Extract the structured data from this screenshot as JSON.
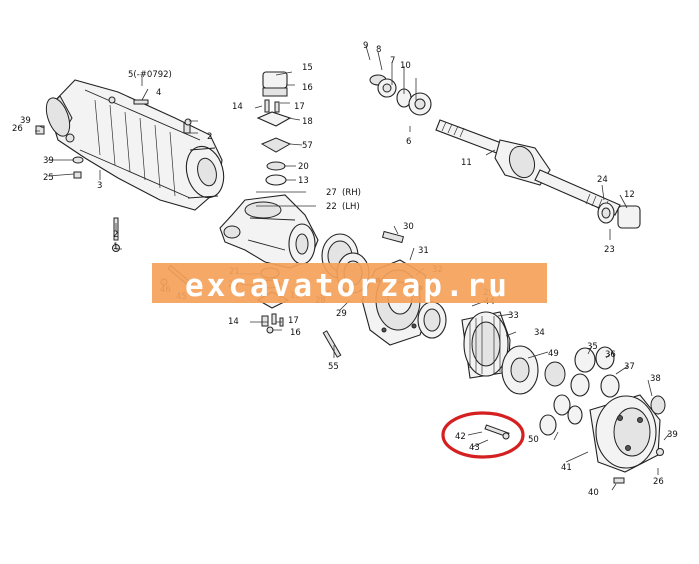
{
  "watermark": {
    "text": "excavatorzap.ru",
    "band_color": "#f5a15a",
    "text_color": "#ffffff"
  },
  "highlight": {
    "color": "#d42020"
  },
  "part_labels": [
    "1",
    "2",
    "2",
    "3",
    "4",
    "5(-#0792)",
    "6",
    "7",
    "8",
    "9",
    "10",
    "11",
    "12",
    "13",
    "14",
    "14",
    "15",
    "16",
    "16",
    "17",
    "17",
    "18",
    "19",
    "20",
    "20",
    "21",
    "22",
    "(LH)",
    "23",
    "24",
    "25",
    "26",
    "26",
    "27",
    "(RH)",
    "28",
    "29",
    "29",
    "30",
    "31",
    "32",
    "33",
    "34",
    "35",
    "36",
    "37",
    "38",
    "39",
    "39",
    "39",
    "40",
    "41",
    "42",
    "43",
    "44",
    "45",
    "46",
    "49",
    "50",
    "55",
    "57"
  ]
}
